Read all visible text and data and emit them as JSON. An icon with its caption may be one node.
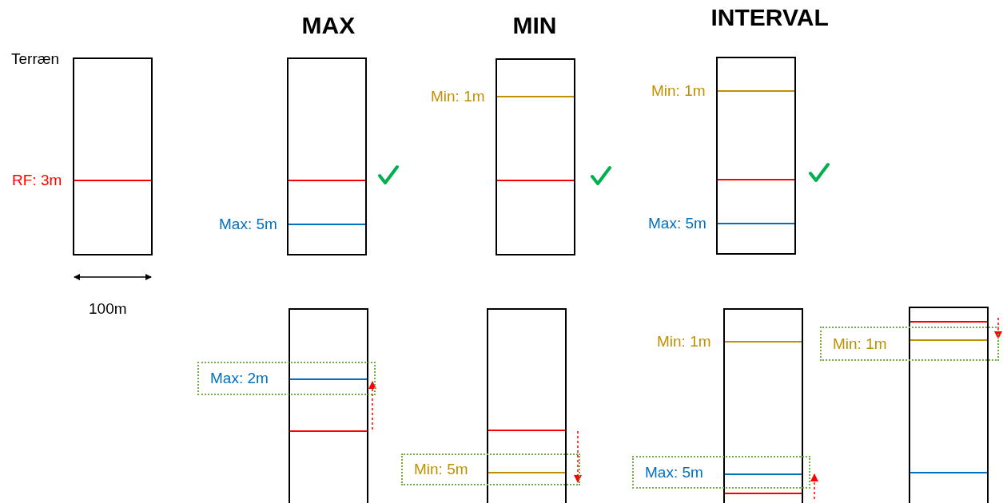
{
  "diagram": {
    "nodes": [
      {
        "text": [
          "Max: 2m"
        ]
      },
      {
        "text": [
          "Min: 5m"
        ]
      },
      {
        "text": [
          "Max: 5m"
        ]
      },
      {
        "text": [
          "Min: 1m"
        ]
      }
    ],
    "labels": [
      "MAX",
      "MIN",
      "INTERVAL",
      "Terræn",
      "RF: 3m",
      "100m",
      "Max: 5m",
      "Min: 1m",
      "Min: 1m",
      "Max: 5m",
      "Min: 1m"
    ]
  }
}
